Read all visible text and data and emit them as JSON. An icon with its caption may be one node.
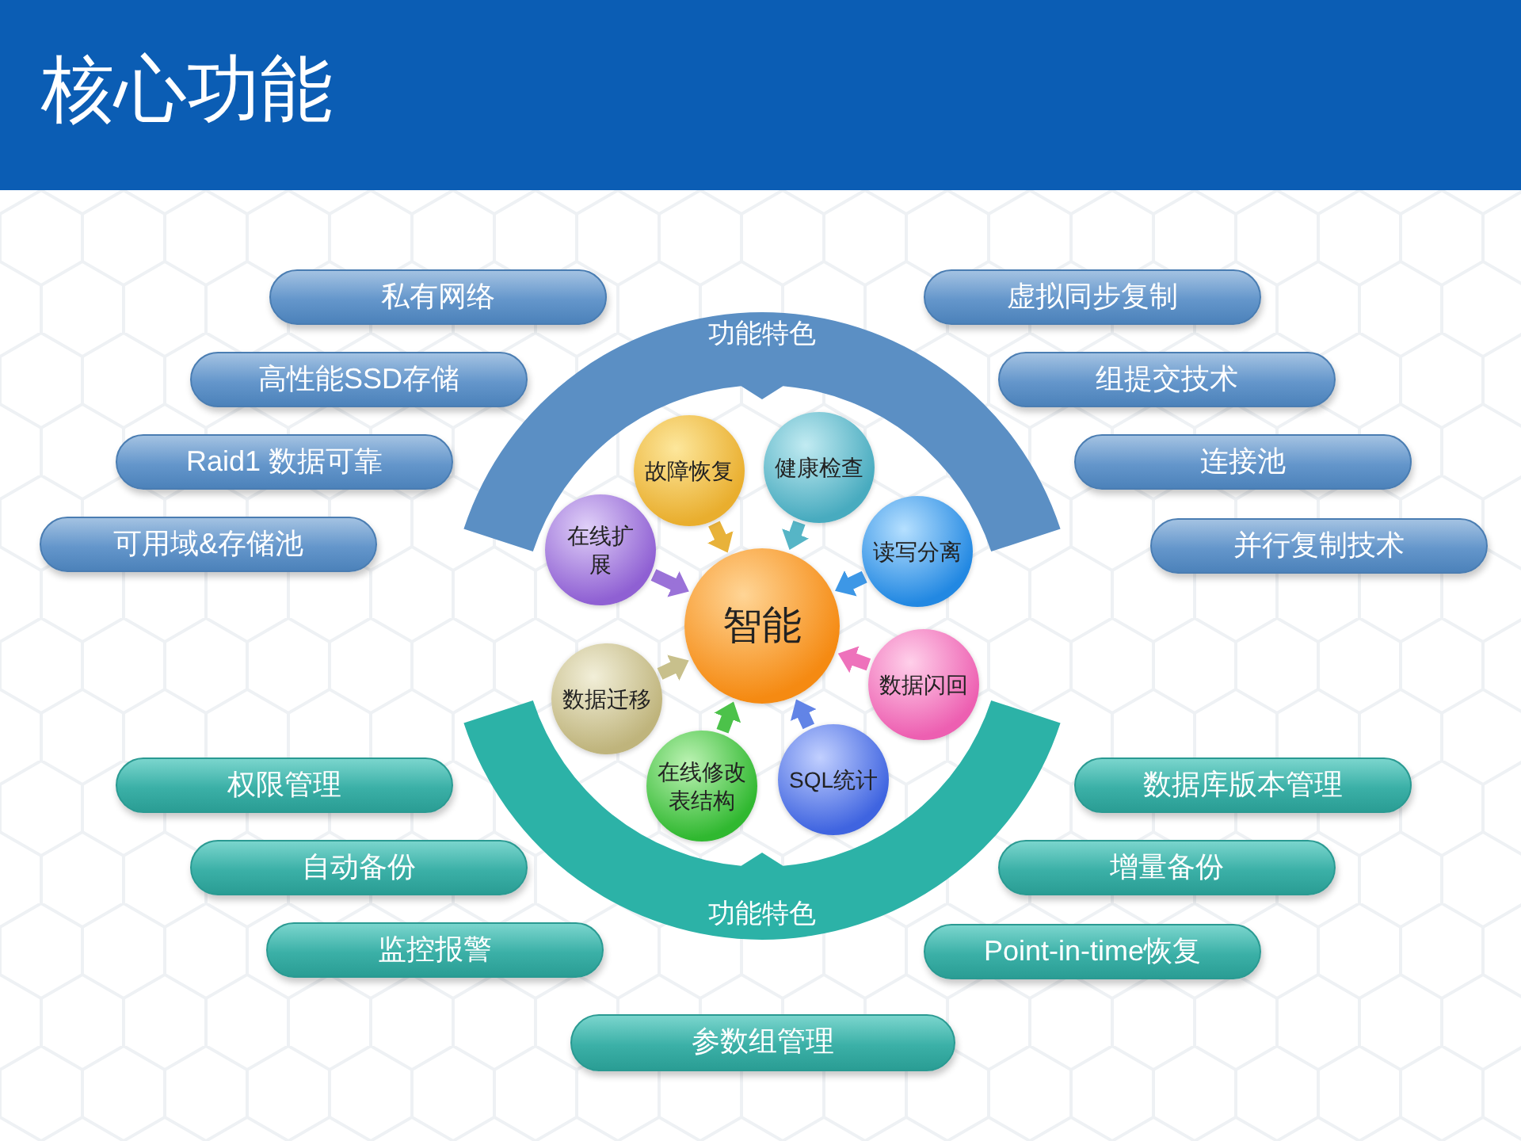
{
  "diagram": {
    "title": "核心功能",
    "nodes": [
      {
        "text": [
          "私有网络"
        ]
      },
      {
        "text": [
          "虚拟同步复制"
        ]
      },
      {
        "text": [
          "功能特色"
        ]
      },
      {
        "text": [
          "高性能SSD存储"
        ]
      },
      {
        "text": [
          "组提交技术"
        ]
      },
      {
        "text": [
          "Raid1 数据可靠"
        ]
      },
      {
        "text": [
          "连接池"
        ]
      },
      {
        "text": [
          "可用域&存储池"
        ]
      },
      {
        "text": [
          "并行复制技术"
        ]
      },
      {
        "text": [
          "故障恢复"
        ]
      },
      {
        "text": [
          "健康检查"
        ]
      },
      {
        "text": [
          "在线扩展"
        ]
      },
      {
        "text": [
          "读写分离"
        ]
      },
      {
        "text": [
          "智能"
        ]
      },
      {
        "text": [
          "数据迁移"
        ]
      },
      {
        "text": [
          "数据闪回"
        ]
      },
      {
        "text": [
          "在线修改表结构"
        ]
      },
      {
        "text": [
          "SQL统计"
        ]
      },
      {
        "text": [
          "功能特色"
        ]
      },
      {
        "text": [
          "权限管理"
        ]
      },
      {
        "text": [
          "数据库版本管理"
        ]
      },
      {
        "text": [
          "自动备份"
        ]
      },
      {
        "text": [
          "增量备份"
        ]
      },
      {
        "text": [
          "监控报警"
        ]
      },
      {
        "text": [
          "Point-in-time恢复"
        ]
      },
      {
        "text": [
          "参数组管理"
        ]
      }
    ],
    "edges": [
      {
        "from": 9,
        "to": 13,
        "arrow": "to",
        "color": "#e8b23a"
      },
      {
        "from": 10,
        "to": 13,
        "arrow": "to",
        "color": "#56b5c6"
      },
      {
        "from": 11,
        "to": 13,
        "arrow": "to",
        "color": "#9a72d8"
      },
      {
        "from": 12,
        "to": 13,
        "arrow": "to",
        "color": "#3d97e6"
      },
      {
        "from": 14,
        "to": 13,
        "arrow": "to",
        "color": "#c8c08c"
      },
      {
        "from": 15,
        "to": 13,
        "arrow": "to",
        "color": "#ee72bb"
      },
      {
        "from": 16,
        "to": 13,
        "arrow": "to",
        "color": "#4cc24a"
      },
      {
        "from": 17,
        "to": 13,
        "arrow": "to",
        "color": "#6284e6"
      }
    ]
  }
}
